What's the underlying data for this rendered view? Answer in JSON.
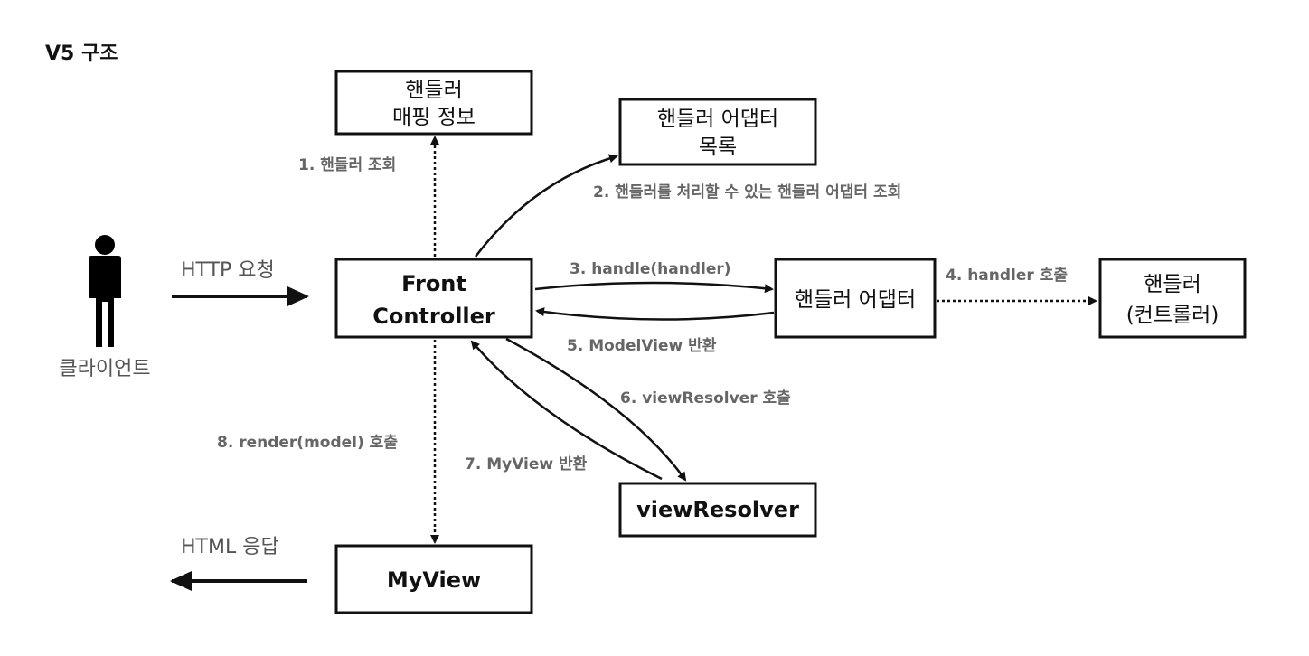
{
  "title": "V5 구조",
  "client": {
    "label": "클라이언트"
  },
  "boxes": {
    "handler_mapping": {
      "line1": "핸들러",
      "line2": "매핑 정보"
    },
    "adapter_list": {
      "line1": "핸들러 어댑터",
      "line2": "목록"
    },
    "front_controller": {
      "line1": "Front",
      "line2": "Controller"
    },
    "handler_adapter": {
      "line1": "핸들러 어댑터"
    },
    "handler": {
      "line1": "핸들러",
      "line2": "(컨트롤러)"
    },
    "view_resolver": {
      "line1": "viewResolver"
    },
    "my_view": {
      "line1": "MyView"
    }
  },
  "labels": {
    "http_request": "HTTP 요청",
    "html_response": "HTML 응답",
    "step1": "1. 핸들러 조회",
    "step2": "2. 핸들러를 처리할 수 있는 핸들러 어댑터 조회",
    "step3": "3. handle(handler)",
    "step4": "4. handler 호출",
    "step5": "5. ModelView 반환",
    "step6": "6. viewResolver 호출",
    "step7": "7. MyView 반환",
    "step8": "8. render(model) 호출"
  }
}
